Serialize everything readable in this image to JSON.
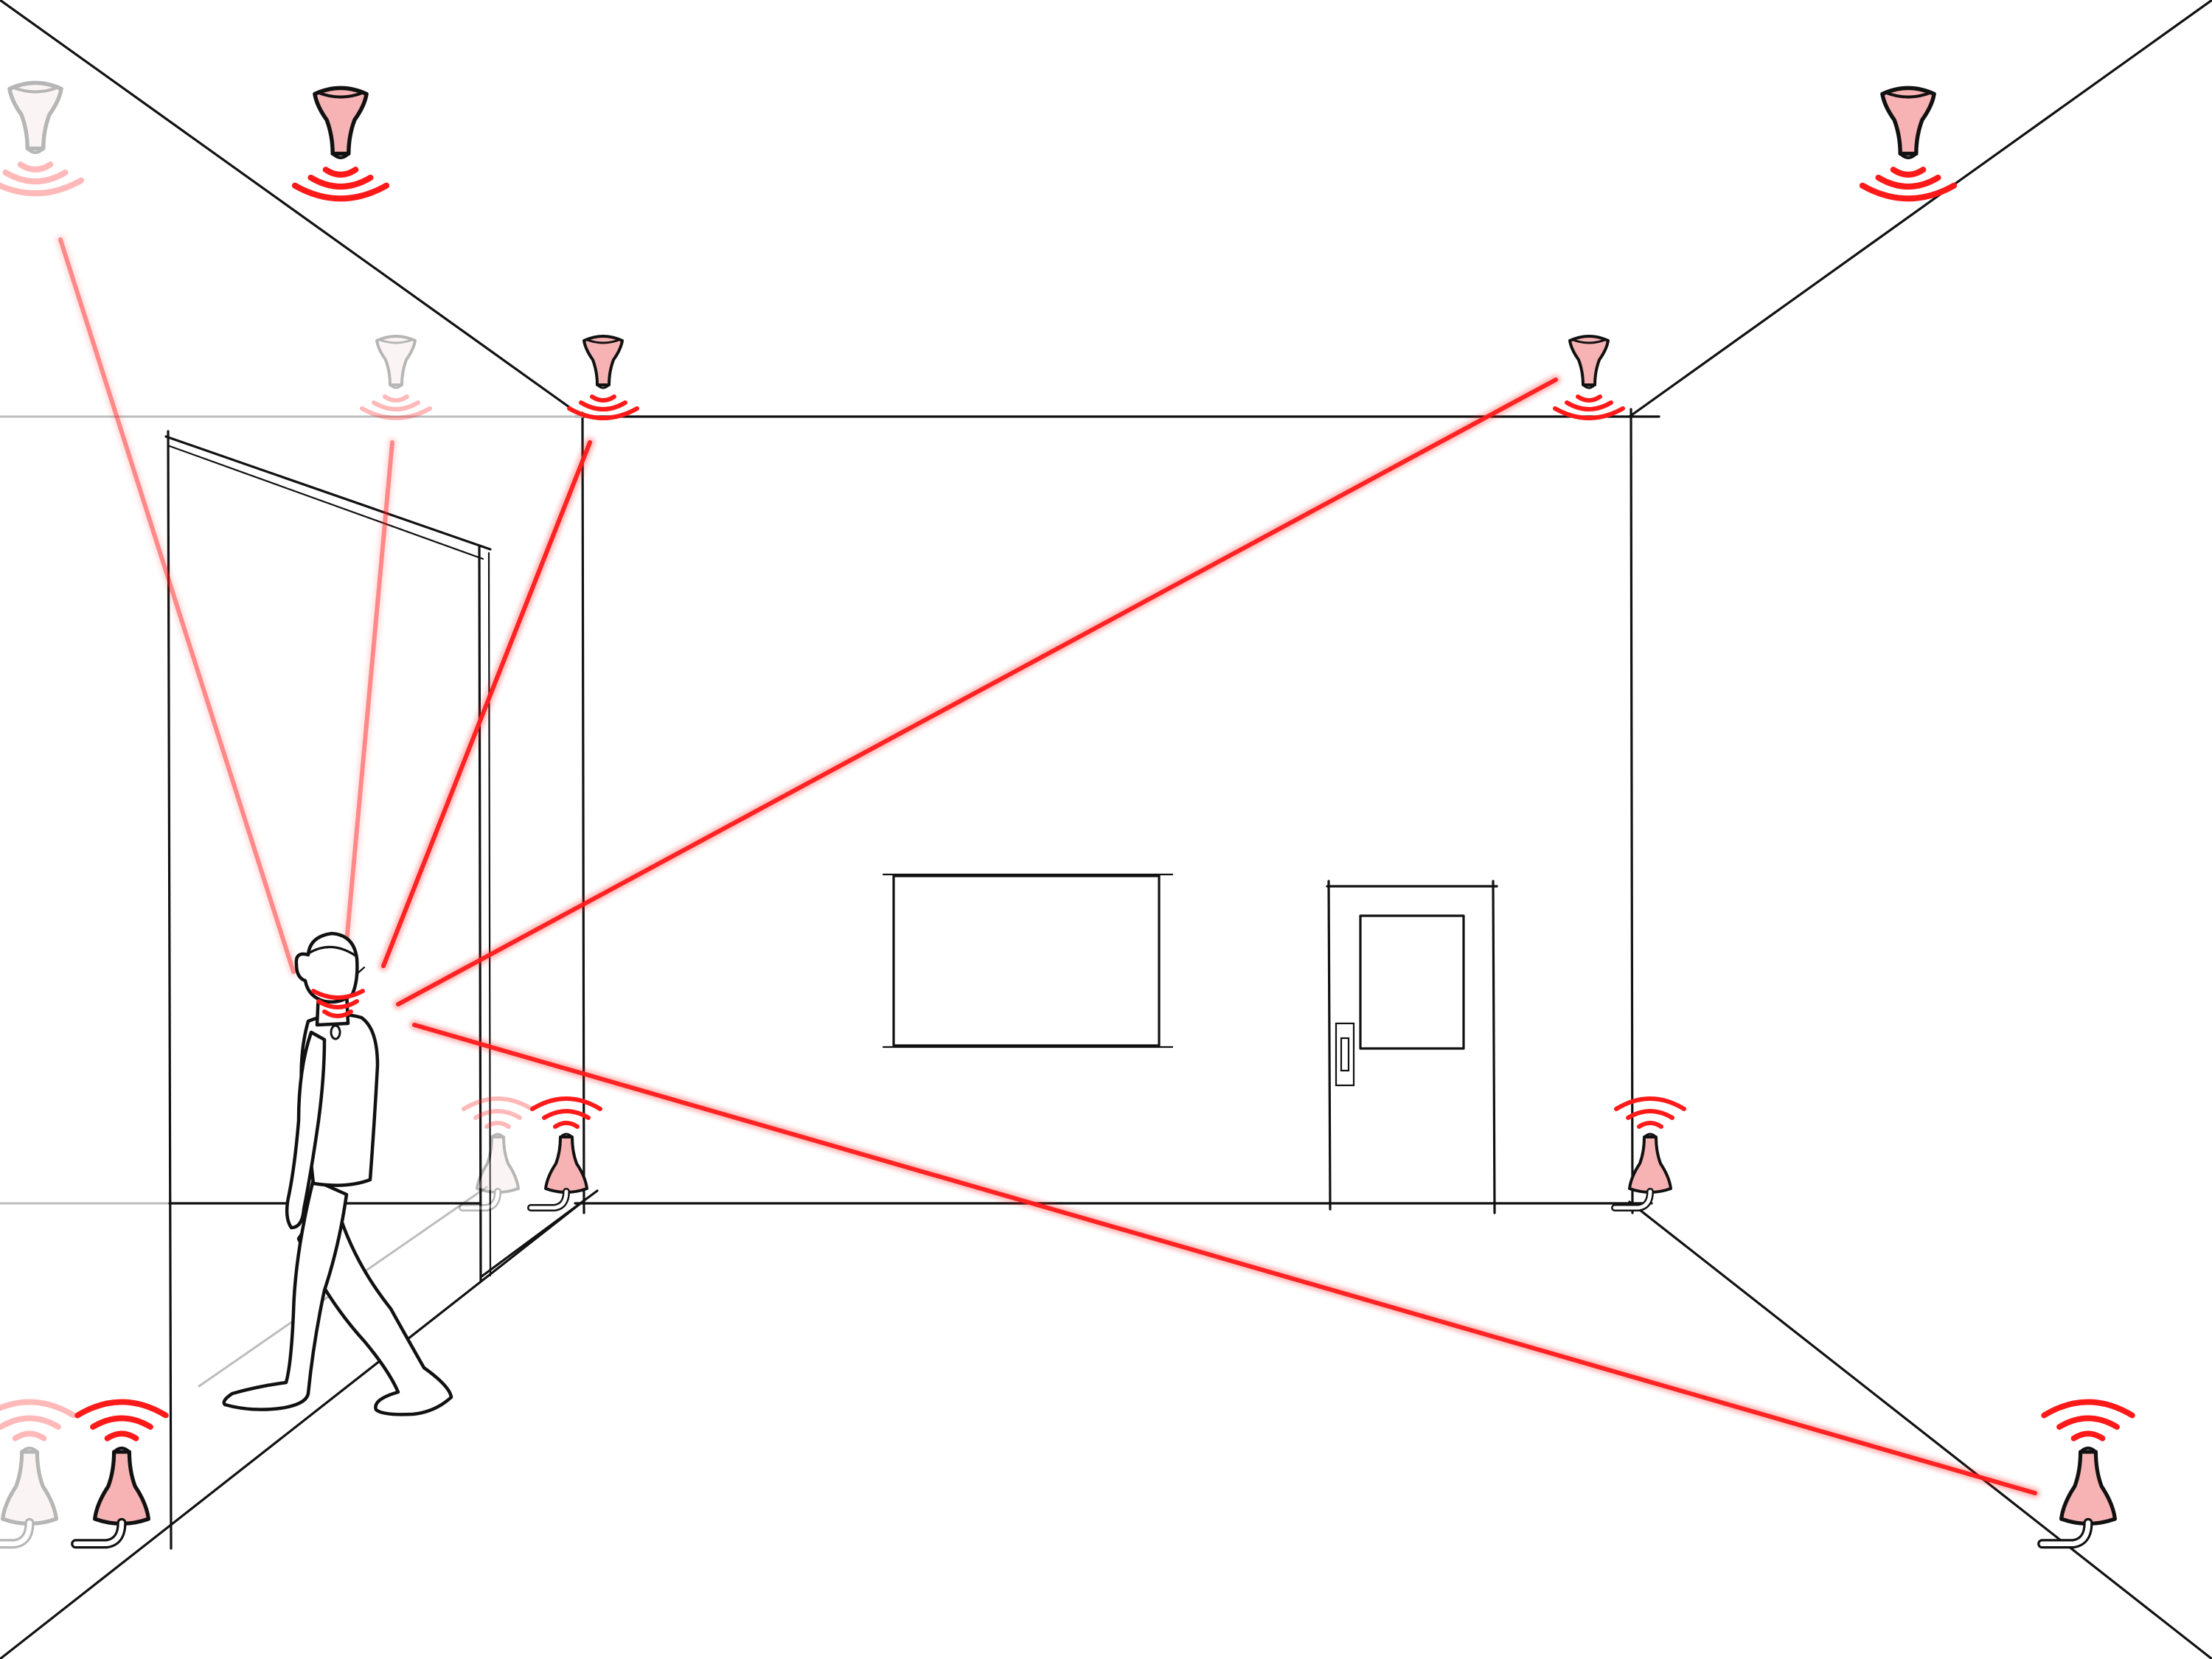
{
  "scene": "indoor-localization-room",
  "colors": {
    "line": "#111111",
    "ghost_line": "#bdbdbd",
    "signal": "#ff1a1a",
    "anchor_fill": "#f7b3b3",
    "ghost_anchor_fill": "#f4dede",
    "background": "#ffffff"
  },
  "icons": {
    "anchor": "ceiling-anchor-icon",
    "floor_anchor": "floor-anchor-icon",
    "wave": "signal-wave-icon",
    "person": "walking-person-icon",
    "tag": "wearable-tag-icon"
  },
  "anchors": [
    {
      "id": "ceiling-left-far",
      "ghost": true,
      "links_to_tag": true
    },
    {
      "id": "ceiling-left-mid",
      "ghost": false,
      "links_to_tag": false
    },
    {
      "id": "ceiling-left-inner-ghost",
      "ghost": true,
      "links_to_tag": true
    },
    {
      "id": "ceiling-left-corner",
      "ghost": false,
      "links_to_tag": true
    },
    {
      "id": "ceiling-right-corner",
      "ghost": false,
      "links_to_tag": true
    },
    {
      "id": "ceiling-right-far",
      "ghost": false,
      "links_to_tag": false
    },
    {
      "id": "floor-left-corner-ghost",
      "ghost": true,
      "links_to_tag": false
    },
    {
      "id": "floor-left-corner",
      "ghost": false,
      "links_to_tag": false
    },
    {
      "id": "floor-right-corner",
      "ghost": false,
      "links_to_tag": false
    },
    {
      "id": "floor-left-front-ghost",
      "ghost": true,
      "links_to_tag": false
    },
    {
      "id": "floor-left-front",
      "ghost": false,
      "links_to_tag": false
    },
    {
      "id": "floor-right-front",
      "ghost": false,
      "links_to_tag": true
    }
  ]
}
